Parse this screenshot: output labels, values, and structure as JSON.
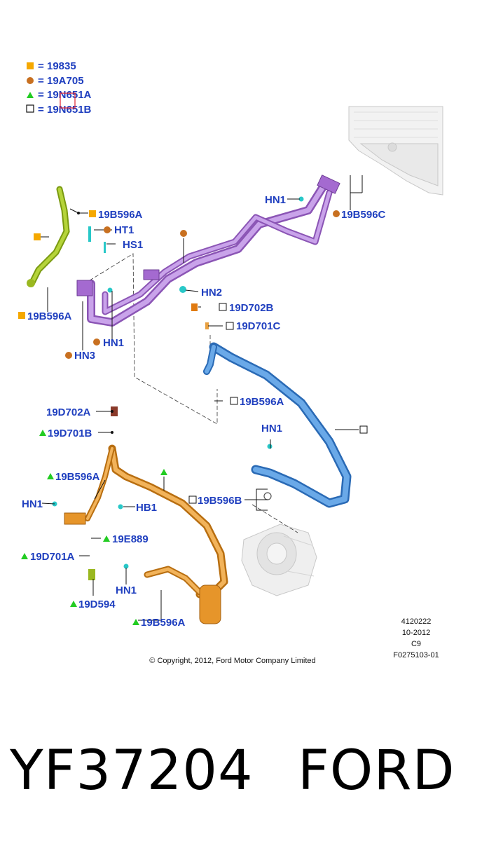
{
  "legend": [
    {
      "symbol": "filled-square",
      "code": "19835"
    },
    {
      "symbol": "filled-circle",
      "code": "19A705"
    },
    {
      "symbol": "filled-triangle",
      "code": "19N651A"
    },
    {
      "symbol": "open-square",
      "code": "19N651B"
    }
  ],
  "colors": {
    "label_text": "#1f3fbf",
    "square_marker": "#f5a800",
    "circle_marker": "#c87020",
    "triangle_marker": "#22cc22",
    "purple_line": "#b07ad6",
    "blue_hose": "#4a8fd8",
    "orange_line": "#e6a040",
    "green_hose": "#9ab820",
    "highlight_box": "#e02030"
  },
  "callouts": {
    "b596a_top": "19B596A",
    "ht1": "HT1",
    "hs1": "HS1",
    "b596a_left": "19B596A",
    "hn1_purple": "HN1",
    "hn3": "HN3",
    "hn1_top": "HN1",
    "b596c": "19B596C",
    "hn2": "HN2",
    "d702b": "19D702B",
    "d701c": "19D701C",
    "b596a_mid": "19B596A",
    "d702a": "19D702A",
    "d701b": "19D701B",
    "b596a_orange": "19B596A",
    "hn1_orange": "HN1",
    "hb1": "HB1",
    "e889": "19E889",
    "d701a": "19D701A",
    "hn1_bottom": "HN1",
    "d594": "19D594",
    "b596a_bottom": "19B596A",
    "hn1_blue": "HN1",
    "b596b": "19B596B"
  },
  "meta": {
    "line1": "4120222",
    "line2": "10-2012",
    "line3": "C9",
    "line4": "F0275103-01"
  },
  "copyright": "© Copyright, 2012, Ford Motor Company Limited",
  "part_number": "YF37204",
  "brand": "FORD"
}
